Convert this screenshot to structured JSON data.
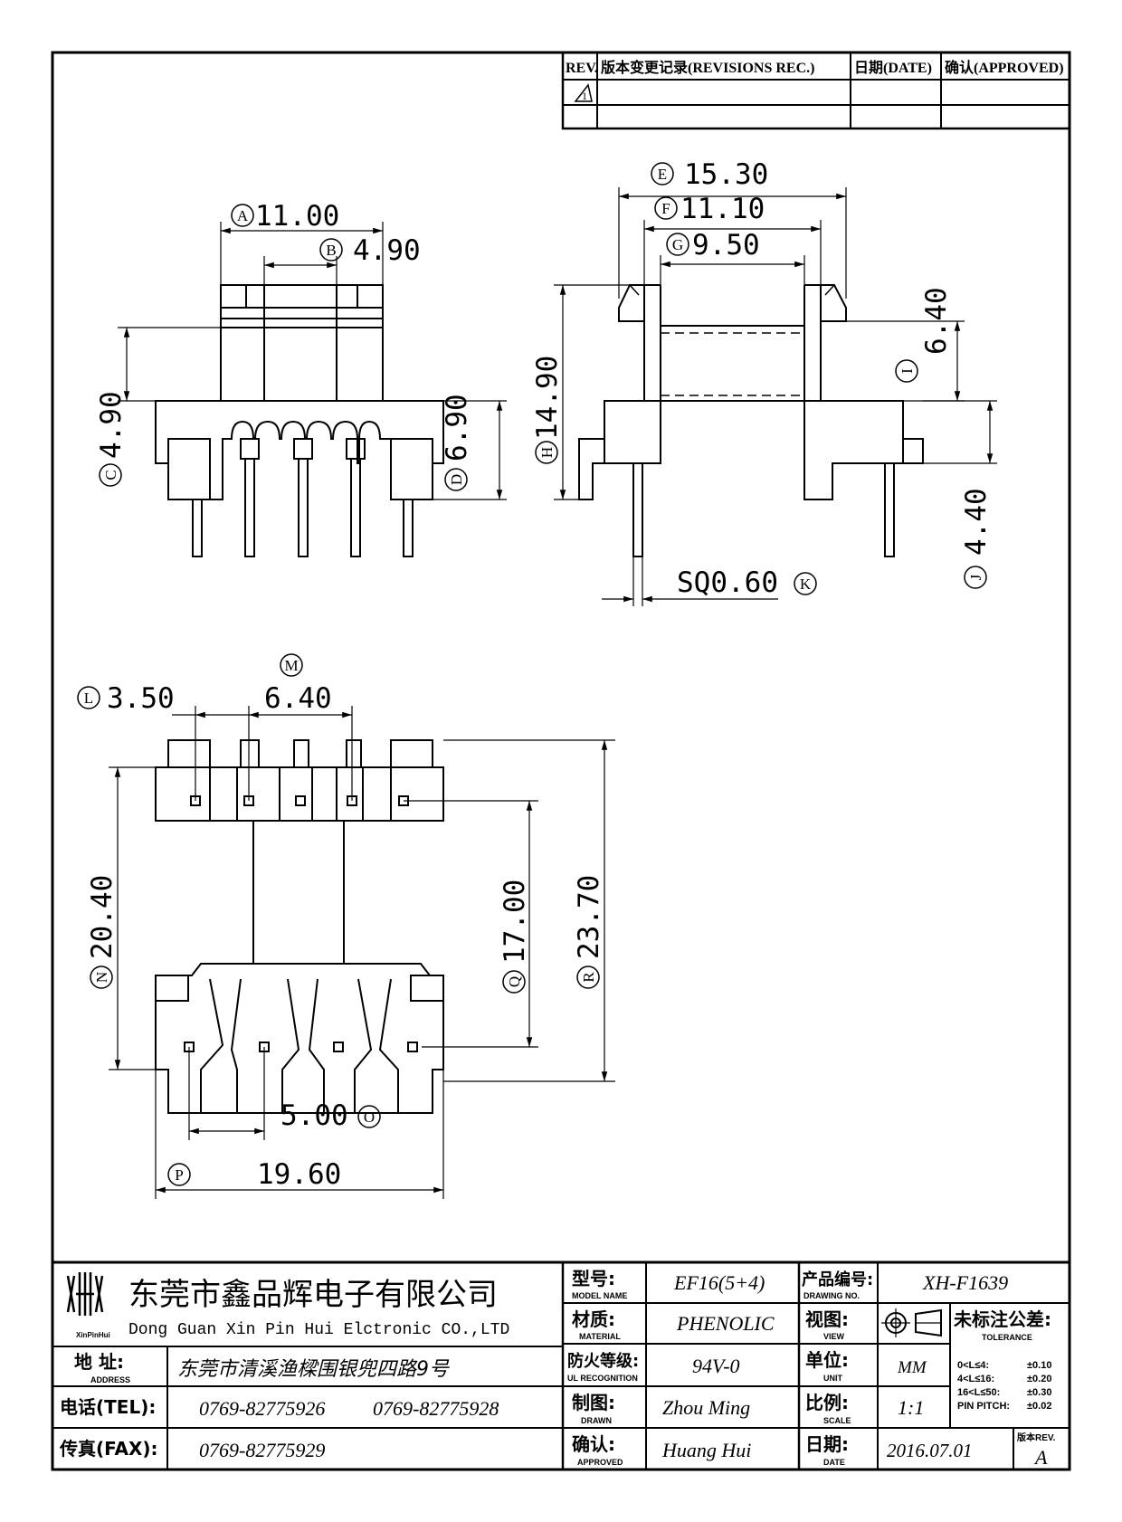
{
  "revision_table": {
    "rev_header": "REV.",
    "record_header": "版本变更记录(REVISIONS REC.)",
    "date_header": "日期(DATE)",
    "approved_header": "确认(APPROVED)",
    "rev_mark": "1"
  },
  "dimensions": {
    "A": {
      "letter": "A",
      "value": "11.00"
    },
    "B": {
      "letter": "B",
      "value": "4.90"
    },
    "C": {
      "letter": "C",
      "value": "4.90"
    },
    "D": {
      "letter": "D",
      "value": "6.90"
    },
    "E": {
      "letter": "E",
      "value": "15.30"
    },
    "F": {
      "letter": "F",
      "value": "11.10"
    },
    "G": {
      "letter": "G",
      "value": "9.50"
    },
    "H": {
      "letter": "H",
      "value": "14.90"
    },
    "I": {
      "letter": "I",
      "value": "6.40"
    },
    "J": {
      "letter": "J",
      "value": "4.40"
    },
    "K": {
      "letter": "K",
      "value": "SQ0.60"
    },
    "L": {
      "letter": "L",
      "value": "3.50"
    },
    "M": {
      "letter": "M",
      "value": "6.40"
    },
    "N": {
      "letter": "N",
      "value": "20.40"
    },
    "O": {
      "letter": "O",
      "value": "5.00"
    },
    "P": {
      "letter": "P",
      "value": "19.60"
    },
    "Q": {
      "letter": "Q",
      "value": "17.00"
    },
    "R": {
      "letter": "R",
      "value": "23.70"
    }
  },
  "title_block": {
    "company_cn": "东莞市鑫品辉电子有限公司",
    "company_en": "Dong Guan Xin Pin Hui Elctronic CO.,LTD",
    "logo_text": "XinPinHui",
    "address_label": "地 址:",
    "address_label_en": "ADDRESS",
    "address_value": "东莞市清溪渔樑围银兜四路9号",
    "tel_label": "电话(TEL):",
    "tel_value_1": "0769-82775926",
    "tel_value_2": "0769-82775928",
    "fax_label": "传真(FAX):",
    "fax_value": "0769-82775929",
    "model_label": "型号:",
    "model_label_en": "MODEL NAME",
    "model_value": "EF16(5+4)",
    "material_label": "材质:",
    "material_label_en": "MATERIAL",
    "material_value": "PHENOLIC",
    "ul_label": "防火等级:",
    "ul_label_en": "UL RECOGNITION",
    "ul_value": "94V-0",
    "drawn_label": "制图:",
    "drawn_label_en": "DRAWN",
    "drawn_value": "Zhou Ming",
    "approved_label": "确认:",
    "approved_label_en": "APPROVED",
    "approved_value": "Huang Hui",
    "drawing_no_label": "产品编号:",
    "drawing_no_label_en": "DRAWING NO.",
    "drawing_no_value": "XH-F1639",
    "view_label": "视图:",
    "view_label_en": "VIEW",
    "unit_label": "单位:",
    "unit_label_en": "UNIT",
    "unit_value": "MM",
    "scale_label": "比例:",
    "scale_label_en": "SCALE",
    "scale_value": "1:1",
    "date_label": "日期:",
    "date_label_en": "DATE",
    "date_value": "2016.07.01",
    "tolerance_label": "未标注公差:",
    "tolerance_label_en": "TOLERANCE",
    "tolerances": [
      {
        "range": "0<L≤4:",
        "value": "±0.10"
      },
      {
        "range": "4<L≤16:",
        "value": "±0.20"
      },
      {
        "range": "16<L≤50:",
        "value": "±0.30"
      },
      {
        "range": "PIN PITCH:",
        "value": "±0.02"
      }
    ],
    "rev_label": "版本REV.",
    "rev_value": "A"
  }
}
